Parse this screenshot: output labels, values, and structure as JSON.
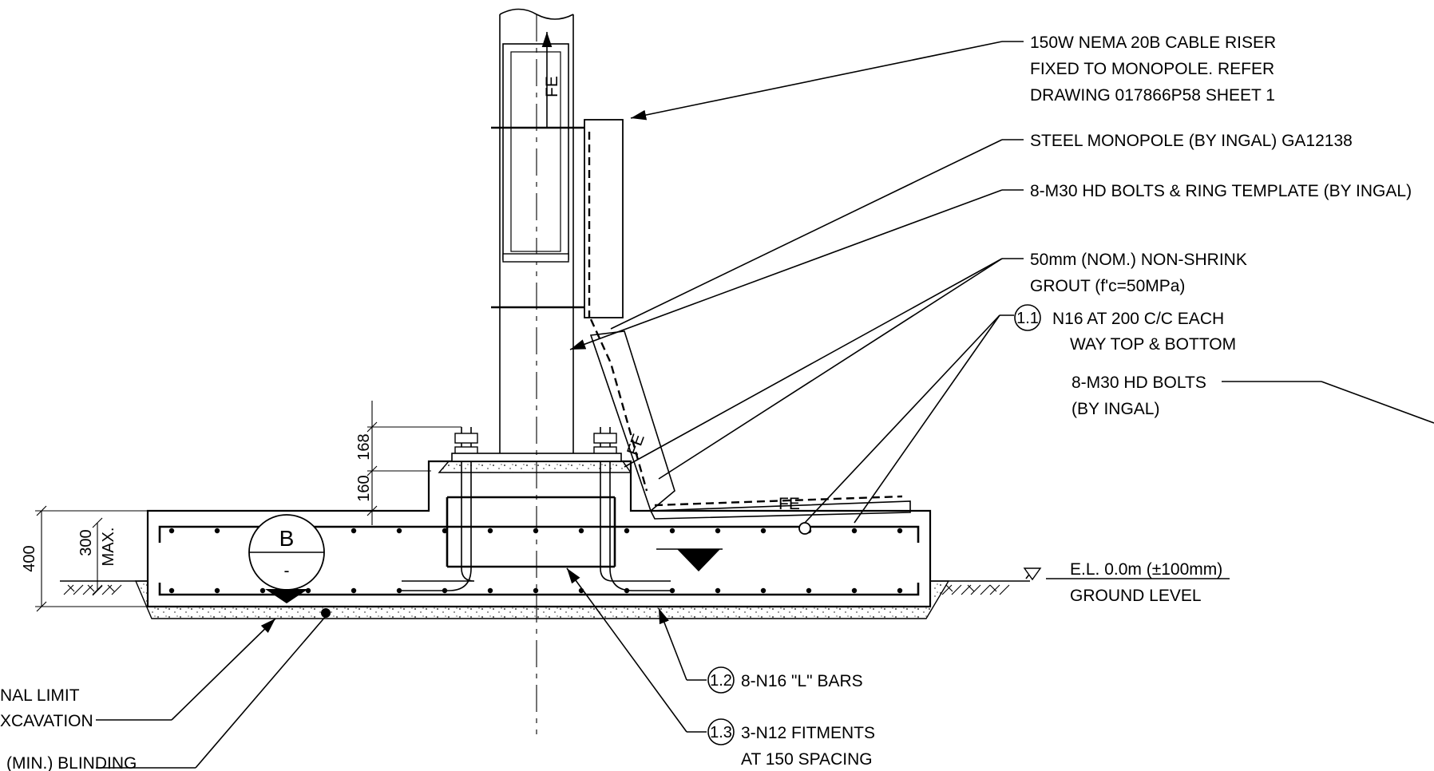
{
  "drawing": {
    "title_ref": "STEEL MONOPOLE FOUNDATION DETAIL",
    "notes": {
      "cable_riser": [
        "150W NEMA 20B CABLE RISER",
        "FIXED TO MONOPOLE. REFER",
        "DRAWING 017866P58 SHEET 1"
      ],
      "monopole": [
        "STEEL MONOPOLE (BY INGAL) GA12138"
      ],
      "hd_bolts_ring": [
        "8-M30 HD BOLTS & RING TEMPLATE (BY INGAL)"
      ],
      "grout": [
        "50mm (NOM.) NON-SHRINK",
        "GROUT (f'c=50MPa)"
      ],
      "n16_each_way": [
        "N16 AT 200 C/C EACH",
        "WAY TOP & BOTTOM"
      ],
      "hd_bolts": [
        "8-M30 HD BOLTS",
        "(BY INGAL)"
      ],
      "ground_level": [
        "E.L.  0.0m (±100mm)",
        "GROUND LEVEL"
      ],
      "l_bars": [
        "8-N16 \"L\" BARS"
      ],
      "fitments": [
        "3-N12 FITMENTS",
        "AT 150 SPACING"
      ],
      "excavation": [
        "NAL LIMIT",
        "XCAVATION"
      ],
      "blinding": [
        "(MIN.) BLINDING"
      ]
    },
    "bubbles": {
      "n16_each_way": "1.1",
      "l_bars": "1.2",
      "fitments": "1.3"
    },
    "section_mark": {
      "letter": "B",
      "sheet": "-"
    },
    "dimensions": {
      "d400": "400",
      "d300": "300",
      "max": "MAX.",
      "d168": "168",
      "d160": "160"
    },
    "conduit_label": "FE"
  }
}
